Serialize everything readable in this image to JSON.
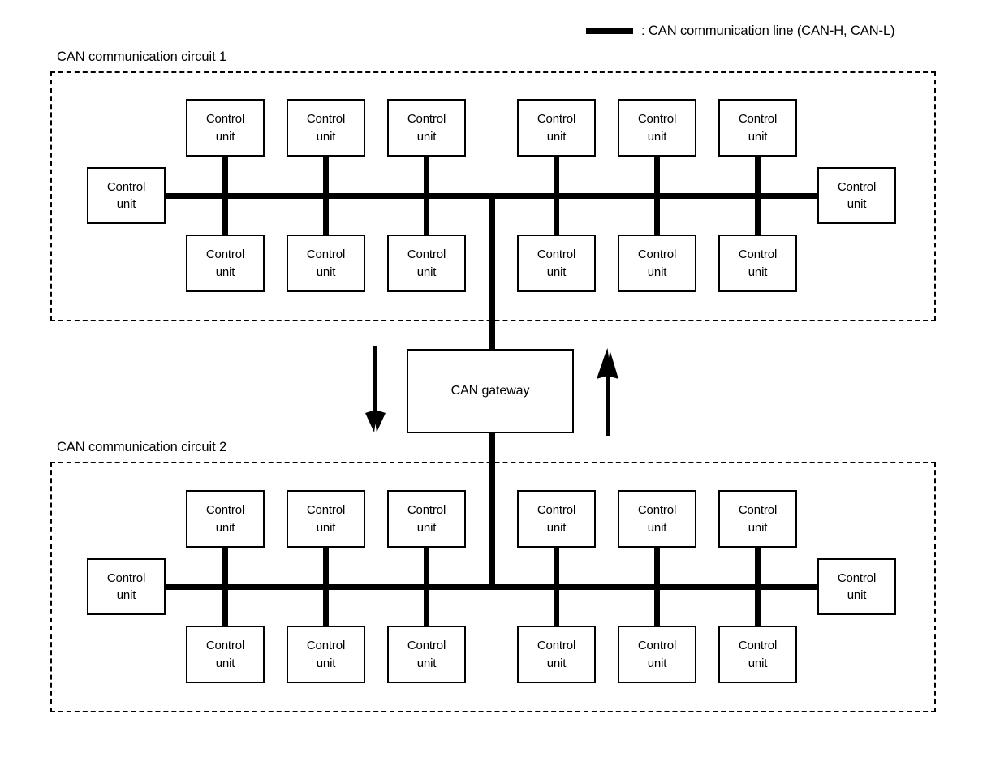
{
  "legend": {
    "icon": "thick-line-swatch",
    "text": ": CAN communication line (CAN-H, CAN-L)"
  },
  "circuits": [
    {
      "label": "CAN communication circuit 1",
      "units": {
        "left": "Control\nunit",
        "right": "Control\nunit"
      }
    },
    {
      "label": "CAN communication circuit 2",
      "units": {
        "left": "Control\nunit",
        "right": "Control\nunit"
      }
    }
  ],
  "unit_label": {
    "line1": "Control",
    "line2": "unit"
  },
  "gateway": {
    "label": "CAN gateway"
  },
  "arrows": {
    "down": "arrow-down-circuit1-to-circuit2",
    "up": "arrow-up-circuit2-to-circuit1"
  },
  "colors": {
    "line": "#000000",
    "background": "#ffffff",
    "text": "#000000"
  },
  "counts": {
    "units_per_circuit": 14,
    "top_row_units": 6,
    "bottom_row_units": 6,
    "side_units": 2
  }
}
